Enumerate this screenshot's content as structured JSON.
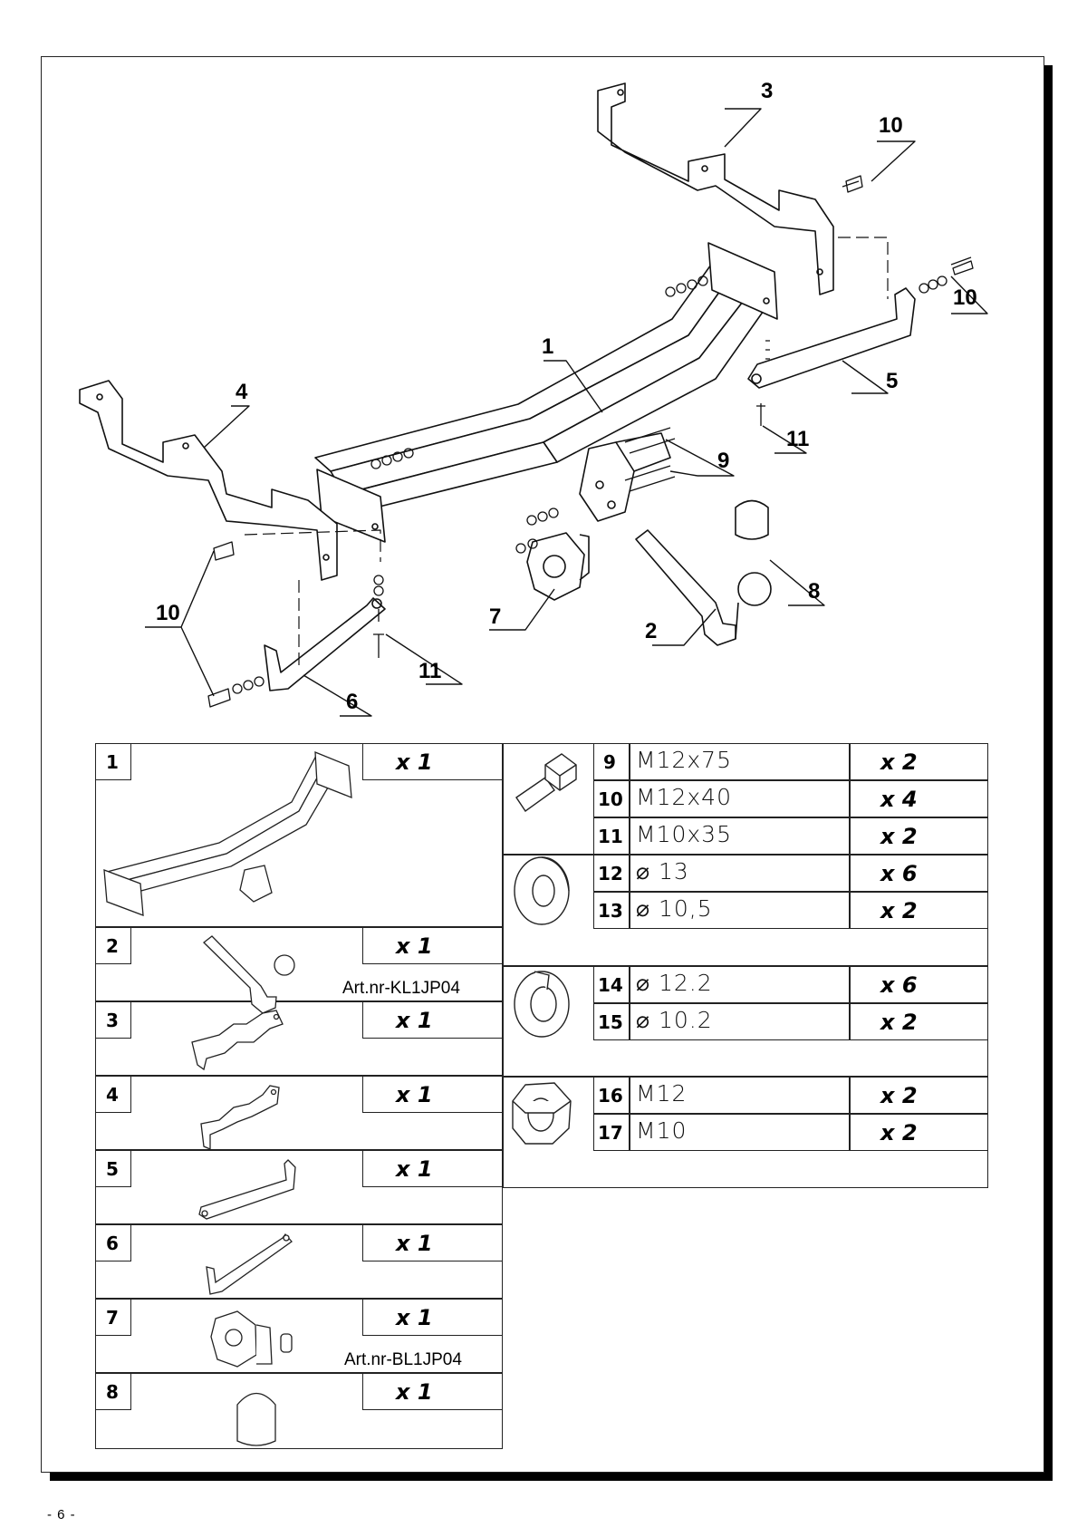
{
  "page_number": "- 6 -",
  "drawing_callouts": [
    "1",
    "2",
    "3",
    "4",
    "5",
    "6",
    "7",
    "8",
    "9",
    "10",
    "10",
    "10",
    "11",
    "11"
  ],
  "left_parts": [
    {
      "no": "1",
      "qty": "x 1",
      "art": ""
    },
    {
      "no": "2",
      "qty": "x 1",
      "art": "Art.nr-KL1JP04"
    },
    {
      "no": "3",
      "qty": "x 1",
      "art": ""
    },
    {
      "no": "4",
      "qty": "x 1",
      "art": ""
    },
    {
      "no": "5",
      "qty": "x 1",
      "art": ""
    },
    {
      "no": "6",
      "qty": "x 1",
      "art": ""
    },
    {
      "no": "7",
      "qty": "x 1",
      "art": "Art.nr-BL1JP04"
    },
    {
      "no": "8",
      "qty": "x 1",
      "art": ""
    }
  ],
  "right_groups": [
    {
      "icon": "bolt-icon",
      "rows": [
        {
          "no": "9",
          "spec": "M12x75",
          "qty": "x 2"
        },
        {
          "no": "10",
          "spec": "M12x40",
          "qty": "x 4"
        },
        {
          "no": "11",
          "spec": "M10x35",
          "qty": "x 2"
        }
      ]
    },
    {
      "icon": "flat-washer-icon",
      "rows": [
        {
          "no": "12",
          "spec": "⌀ 13",
          "qty": "x 6"
        },
        {
          "no": "13",
          "spec": "⌀ 10,5",
          "qty": "x 2"
        }
      ]
    },
    {
      "icon": "spring-washer-icon",
      "rows": [
        {
          "no": "14",
          "spec": "⌀ 12.2",
          "qty": "x 6"
        },
        {
          "no": "15",
          "spec": "⌀ 10.2",
          "qty": "x 2"
        }
      ]
    },
    {
      "icon": "hex-nut-icon",
      "rows": [
        {
          "no": "16",
          "spec": "M12",
          "qty": "x 2"
        },
        {
          "no": "17",
          "spec": "M10",
          "qty": "x 2"
        }
      ]
    }
  ]
}
